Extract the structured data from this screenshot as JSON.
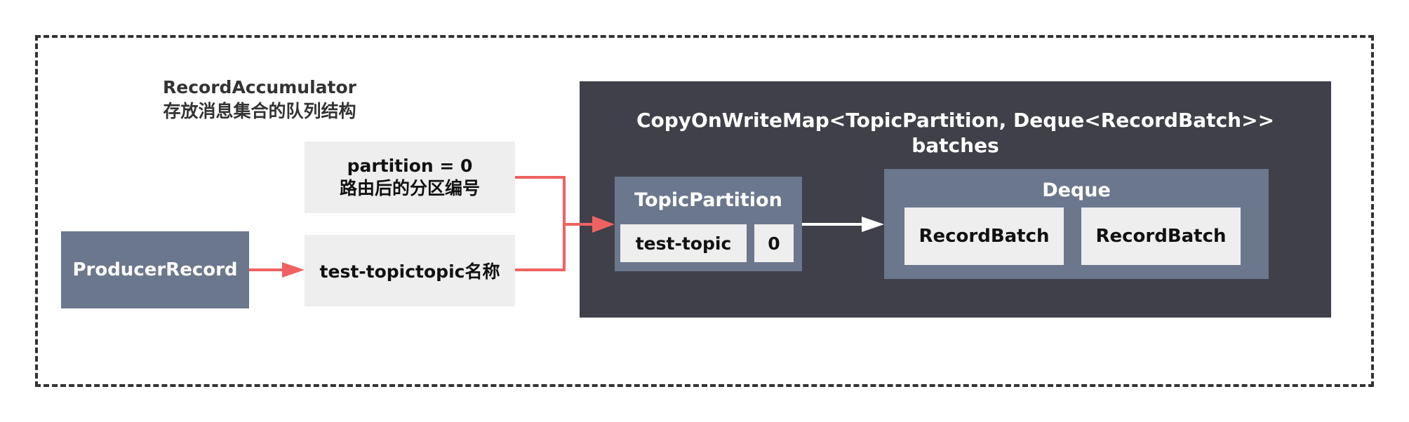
{
  "title": {
    "line1": "RecordAccumulator",
    "line2": "存放消息集合的队列结构"
  },
  "producer_record": "ProducerRecord",
  "partition_box": {
    "line1": "partition = 0",
    "line2": "路由后的分区编号"
  },
  "topic_box": "test-topictopic名称",
  "map": {
    "line1": "CopyOnWriteMap<TopicPartition, Deque<RecordBatch>>",
    "line2": "batches"
  },
  "topic_partition": {
    "label": "TopicPartition",
    "topic": "test-topic",
    "partition": "0"
  },
  "deque": {
    "label": "Deque",
    "batches": [
      "RecordBatch",
      "RecordBatch"
    ]
  },
  "colors": {
    "arrow_red": "#f06262",
    "arrow_white": "#ffffff",
    "dark_panel": "#3f4049",
    "slate": "#6b778d",
    "light_box": "#eeeeee"
  }
}
